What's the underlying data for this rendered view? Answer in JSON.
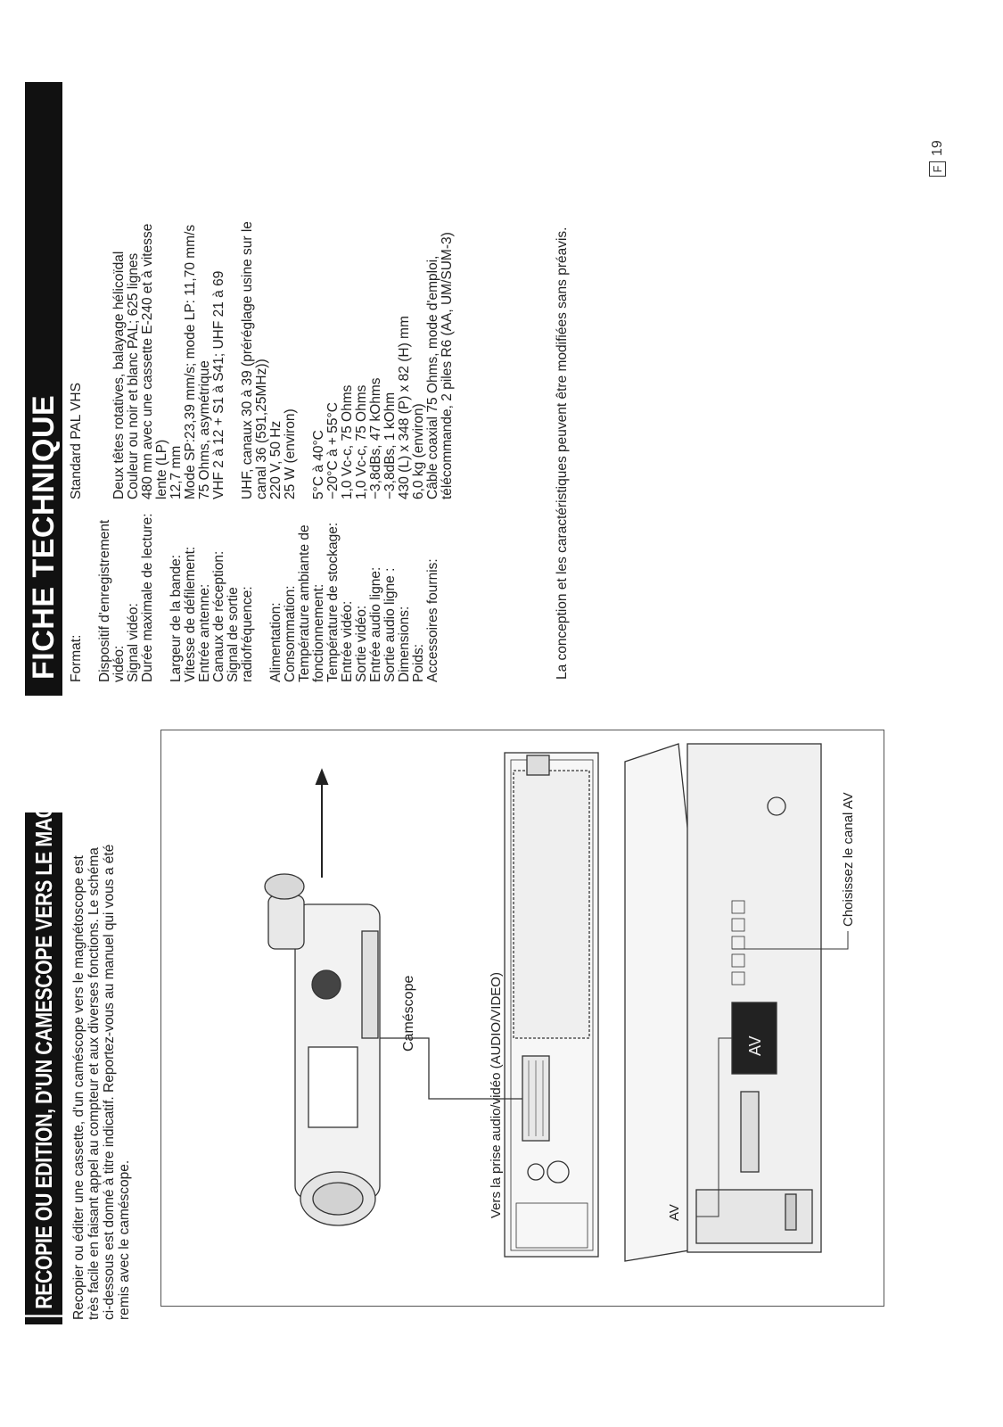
{
  "left": {
    "title": "RECOPIE OU EDITION, D'UN CAMESCOPE VERS LE MAGNETOSCOPE",
    "intro_lines": [
      "Recopier ou éditer une cassette, d'un caméscope vers le magnétoscope est",
      "très facile en faisant appel au compteur et aux diverses fonctions. Le schéma",
      "ci-dessous est donné à titre indicatif. Reportez-vous au manuel qui vous a été",
      "remis avec le caméscope."
    ],
    "diagram": {
      "camcorder_label": "Caméscope",
      "jack_label": "Vers la prise audio/vidéo (AUDIO/VIDEO)",
      "channel_label": "Choisissez le canal AV",
      "av_label": "AV",
      "display_text": "AV"
    }
  },
  "right": {
    "title": "FICHE TECHNIQUE",
    "specs": [
      {
        "label": [
          "Format:"
        ],
        "value": [
          "Standard PAL VHS"
        ]
      },
      {
        "label": [
          "Dispositif d'enregistrement",
          "vidéo:"
        ],
        "value": [
          "",
          "Deux têtes rotatives, balayage hélicoïdal"
        ]
      },
      {
        "label": [
          "Signal vidéo:"
        ],
        "value": [
          "Couleur ou noir et blanc PAL; 625 lignes"
        ]
      },
      {
        "label": [
          "Durée maximale de lecture:"
        ],
        "value": [
          "480 mn avec une cassette E-240 et à vitesse",
          "lente (LP)"
        ]
      },
      {
        "label": [
          "Largeur de la bande:"
        ],
        "value": [
          "12,7 mm"
        ]
      },
      {
        "label": [
          "Vitesse de défilement:"
        ],
        "value": [
          "Mode SP:23,39 mm/s; mode LP: 11,70 mm/s"
        ]
      },
      {
        "label": [
          "Entrée antenne:"
        ],
        "value": [
          "75 Ohms, asymétrique"
        ]
      },
      {
        "label": [
          "Canaux de réception:"
        ],
        "value": [
          "VHF 2 à 12 + S1 à S41; UHF 21 à 69"
        ]
      },
      {
        "label": [
          "Signal de sortie",
          "radiofréquence:"
        ],
        "value": [
          "",
          "UHF, canaux 30 à 39 (préréglage usine sur le",
          "canal 36 (591,25MHz))"
        ]
      },
      {
        "label": [
          "Alimentation:"
        ],
        "value": [
          "220 V, 50 Hz"
        ]
      },
      {
        "label": [
          "Consommation:"
        ],
        "value": [
          "25 W (environ)"
        ]
      },
      {
        "label": [
          "Température ambiante de",
          "fonctionnement:"
        ],
        "value": [
          "",
          "5°C à 40°C"
        ]
      },
      {
        "label": [
          "Température de stockage:"
        ],
        "value": [
          "−20°C à + 55°C"
        ]
      },
      {
        "label": [
          "Entrée vidéo:"
        ],
        "value": [
          "1,0 Vc-c, 75 Ohms"
        ]
      },
      {
        "label": [
          "Sortie vidéo:"
        ],
        "value": [
          "1,0 Vc-c, 75 Ohms"
        ]
      },
      {
        "label": [
          "Entrée audio ligne:"
        ],
        "value": [
          "−3,8dBs, 47 kOhms"
        ]
      },
      {
        "label": [
          "Sortie audio ligne :"
        ],
        "value": [
          "−3,8dBs, 1 kOhm"
        ]
      },
      {
        "label": [
          "Dimensions:"
        ],
        "value": [
          "430 (L) x 348 (P) x 82 (H) mm"
        ]
      },
      {
        "label": [
          "Poids:"
        ],
        "value": [
          "6,0 kg (environ)"
        ]
      },
      {
        "label": [
          "Accessoires fournis:"
        ],
        "value": [
          "Câble coaxial 75 Ohms, mode d'emploi,",
          "télécommande, 2 piles R6 (AA, UM/SUM-3)"
        ]
      }
    ],
    "note": "La conception et les caractéristiques peuvent être modifiées sans préavis.",
    "page_letter": "F",
    "page_number": "19"
  }
}
